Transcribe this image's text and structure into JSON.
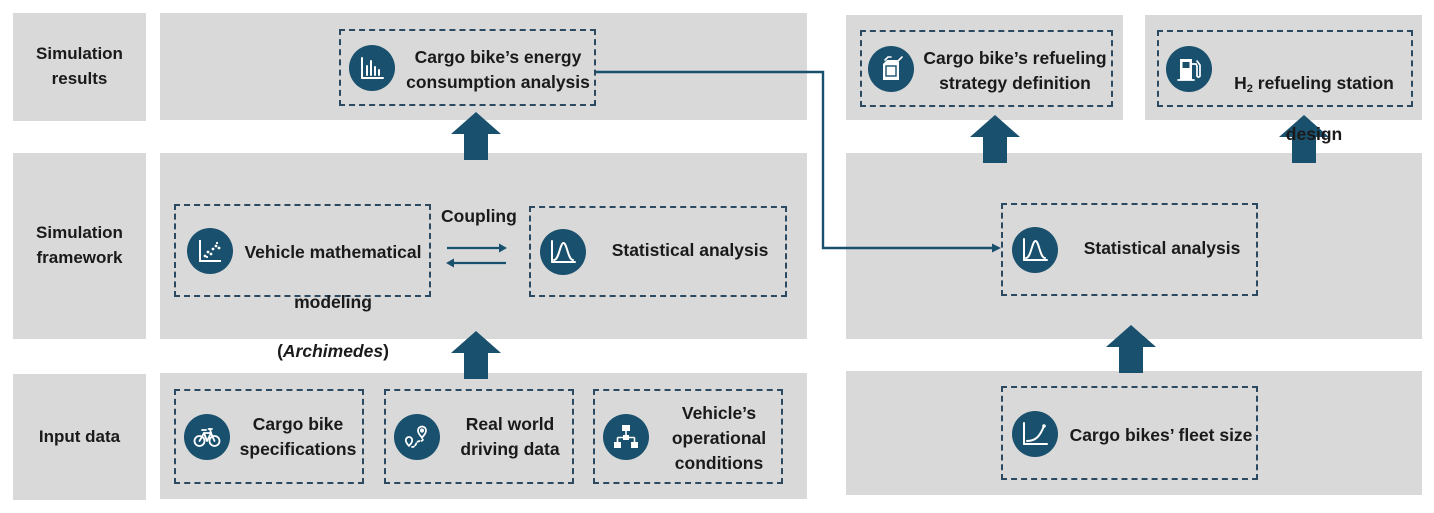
{
  "rows": {
    "results": "Simulation\nresults",
    "framework": "Simulation\nframework",
    "input": "Input data"
  },
  "boxes": {
    "energy": "Cargo bike’s energy\nconsumption analysis",
    "vehicle_model_line1": "Vehicle mathematical",
    "vehicle_model_line2": "modeling",
    "vehicle_model_open": "(",
    "vehicle_model_name": "Archimedes",
    "vehicle_model_close": ")",
    "stat_left": "Statistical analysis",
    "stat_right": "Statistical analysis",
    "cargo_specs": "Cargo bike\nspecifications",
    "driving_data": "Real world\ndriving data",
    "operational": "Vehicle’s\noperational\nconditions",
    "refuel_strategy": "Cargo bike’s refueling\nstrategy definition",
    "h2_prefix": "H",
    "h2_sub": "2",
    "h2_rest": " refueling station",
    "h2_line2": "design",
    "fleet_size": "Cargo bikes’ fleet size"
  },
  "coupling": "Coupling",
  "icons": {
    "energy": "bar-chart-icon",
    "vehicle_model": "scatter-plot-icon",
    "stat_left": "bell-curve-icon",
    "stat_right": "bell-curve-icon",
    "cargo_specs": "bicycle-icon",
    "driving_data": "route-pin-icon",
    "operational": "flowchart-icon",
    "refuel_strategy": "fuel-canister-icon",
    "h2_station": "fuel-pump-icon",
    "fleet_size": "growth-curve-icon"
  },
  "colors": {
    "panel": "#d9d9d9",
    "accent": "#19506d",
    "dash": "#2b4a62"
  }
}
